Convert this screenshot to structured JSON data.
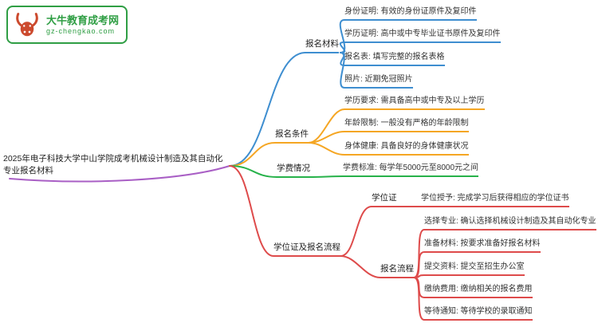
{
  "logo": {
    "name": "大牛教育成考网",
    "domain": "gz-chengkao.com"
  },
  "root": {
    "label": "2025年电子科技大学中山学院成考机械设计制造及其自动化专业报名材料"
  },
  "colors": {
    "blue": "#3e8ed0",
    "orange": "#f5a623",
    "green": "#27b24a",
    "red": "#de4b4b",
    "purple": "#a95fc5",
    "logo_green": "#2f9e44",
    "bull": "#cc4a2e"
  },
  "branches": [
    {
      "label": "报名材料",
      "children": [
        {
          "label": "身份证明: 有效的身份证原件及复印件"
        },
        {
          "label": "学历证明: 高中或中专毕业证书原件及复印件"
        },
        {
          "label": "报名表: 填写完整的报名表格"
        },
        {
          "label": "照片: 近期免冠照片"
        }
      ]
    },
    {
      "label": "报名条件",
      "children": [
        {
          "label": "学历要求: 需具备高中或中专及以上学历"
        },
        {
          "label": "年龄限制: 一般没有严格的年龄限制"
        },
        {
          "label": "身体健康: 具备良好的身体健康状况"
        }
      ]
    },
    {
      "label": "学费情况",
      "children": [
        {
          "label": "学费标准: 每学年5000元至8000元之间"
        }
      ]
    },
    {
      "label": "学位证及报名流程",
      "children": [
        {
          "label": "学位证",
          "children": [
            {
              "label": "学位授予: 完成学习后获得相应的学位证书"
            }
          ]
        },
        {
          "label": "报名流程",
          "children": [
            {
              "label": "选择专业: 确认选择机械设计制造及其自动化专业"
            },
            {
              "label": "准备材料: 按要求准备好报名材料"
            },
            {
              "label": "提交资料: 提交至招生办公室"
            },
            {
              "label": "缴纳费用: 缴纳相关的报名费用"
            },
            {
              "label": "等待通知: 等待学校的录取通知"
            }
          ]
        }
      ]
    }
  ]
}
